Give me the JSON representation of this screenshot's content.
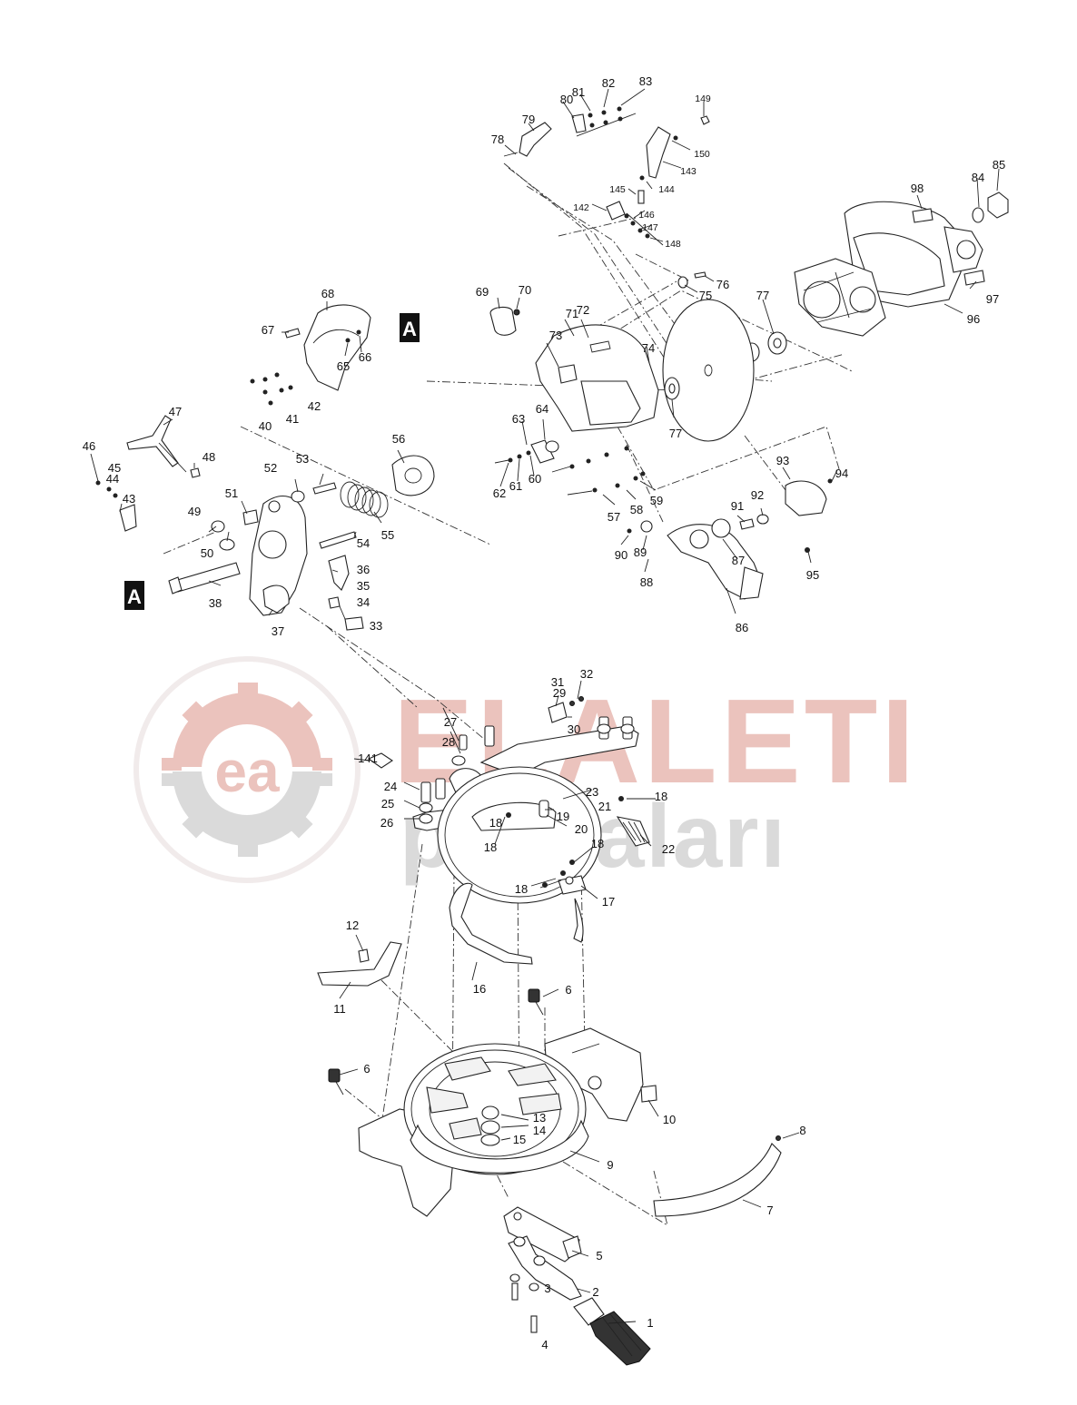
{
  "watermark": {
    "brand": "ELALETI",
    "sub": "parçaları",
    "logo_text": "ea",
    "colors": {
      "red": "#e8b9b2",
      "gray": "#d4d4d4",
      "white": "#ffffff"
    }
  },
  "section_markers": [
    {
      "letter": "A"
    },
    {
      "letter": "A"
    }
  ],
  "part_labels": [
    "1",
    "2",
    "3",
    "4",
    "5",
    "6",
    "6",
    "7",
    "8",
    "9",
    "10",
    "11",
    "12",
    "13",
    "14",
    "15",
    "16",
    "17",
    "18",
    "18",
    "18",
    "18",
    "18",
    "19",
    "20",
    "21",
    "22",
    "23",
    "24",
    "25",
    "26",
    "27",
    "28",
    "29",
    "30",
    "31",
    "32",
    "33",
    "34",
    "35",
    "36",
    "37",
    "38",
    "40",
    "41",
    "42",
    "43",
    "44",
    "45",
    "46",
    "47",
    "48",
    "49",
    "50",
    "51",
    "52",
    "53",
    "54",
    "55",
    "56",
    "57",
    "58",
    "59",
    "60",
    "61",
    "62",
    "63",
    "64",
    "65",
    "66",
    "67",
    "68",
    "69",
    "70",
    "71",
    "72",
    "73",
    "74",
    "75",
    "76",
    "77",
    "77",
    "78",
    "79",
    "80",
    "81",
    "82",
    "83",
    "84",
    "85",
    "86",
    "87",
    "88",
    "89",
    "90",
    "91",
    "92",
    "93",
    "94",
    "95",
    "96",
    "97",
    "98",
    "141",
    "142",
    "143",
    "144",
    "145",
    "146",
    "147",
    "148",
    "149",
    "150"
  ]
}
